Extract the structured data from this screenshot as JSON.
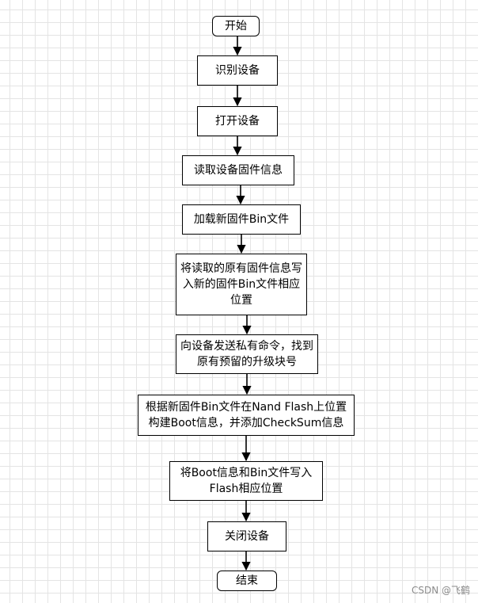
{
  "flowchart": {
    "nodes": [
      {
        "id": "start",
        "text": "开始",
        "shape": "terminal"
      },
      {
        "id": "identify",
        "text": "识别设备",
        "shape": "process"
      },
      {
        "id": "open",
        "text": "打开设备",
        "shape": "process"
      },
      {
        "id": "read_fw",
        "text": "读取设备固件信息",
        "shape": "process"
      },
      {
        "id": "load_bin",
        "text": "加载新固件Bin文件",
        "shape": "process"
      },
      {
        "id": "write_orig",
        "text": "将读取的原有固件信息写入新的固件Bin文件相应位置",
        "shape": "process"
      },
      {
        "id": "send_cmd",
        "text": "向设备发送私有命令，找到原有预留的升级块号",
        "shape": "process"
      },
      {
        "id": "build_boot",
        "text": "根据新固件Bin文件在Nand Flash上位置构建Boot信息，并添加CheckSum信息",
        "shape": "process"
      },
      {
        "id": "write_flash",
        "text": "将Boot信息和Bin文件写入Flash相应位置",
        "shape": "process"
      },
      {
        "id": "close",
        "text": "关闭设备",
        "shape": "process"
      },
      {
        "id": "end",
        "text": "结束",
        "shape": "terminal"
      }
    ],
    "edges": [
      {
        "from": "start",
        "to": "identify"
      },
      {
        "from": "identify",
        "to": "open"
      },
      {
        "from": "open",
        "to": "read_fw"
      },
      {
        "from": "read_fw",
        "to": "load_bin"
      },
      {
        "from": "load_bin",
        "to": "write_orig"
      },
      {
        "from": "write_orig",
        "to": "send_cmd"
      },
      {
        "from": "send_cmd",
        "to": "build_boot"
      },
      {
        "from": "build_boot",
        "to": "write_flash"
      },
      {
        "from": "write_flash",
        "to": "close"
      },
      {
        "from": "close",
        "to": "end"
      }
    ]
  },
  "watermark": "CSDN @飞鹤"
}
